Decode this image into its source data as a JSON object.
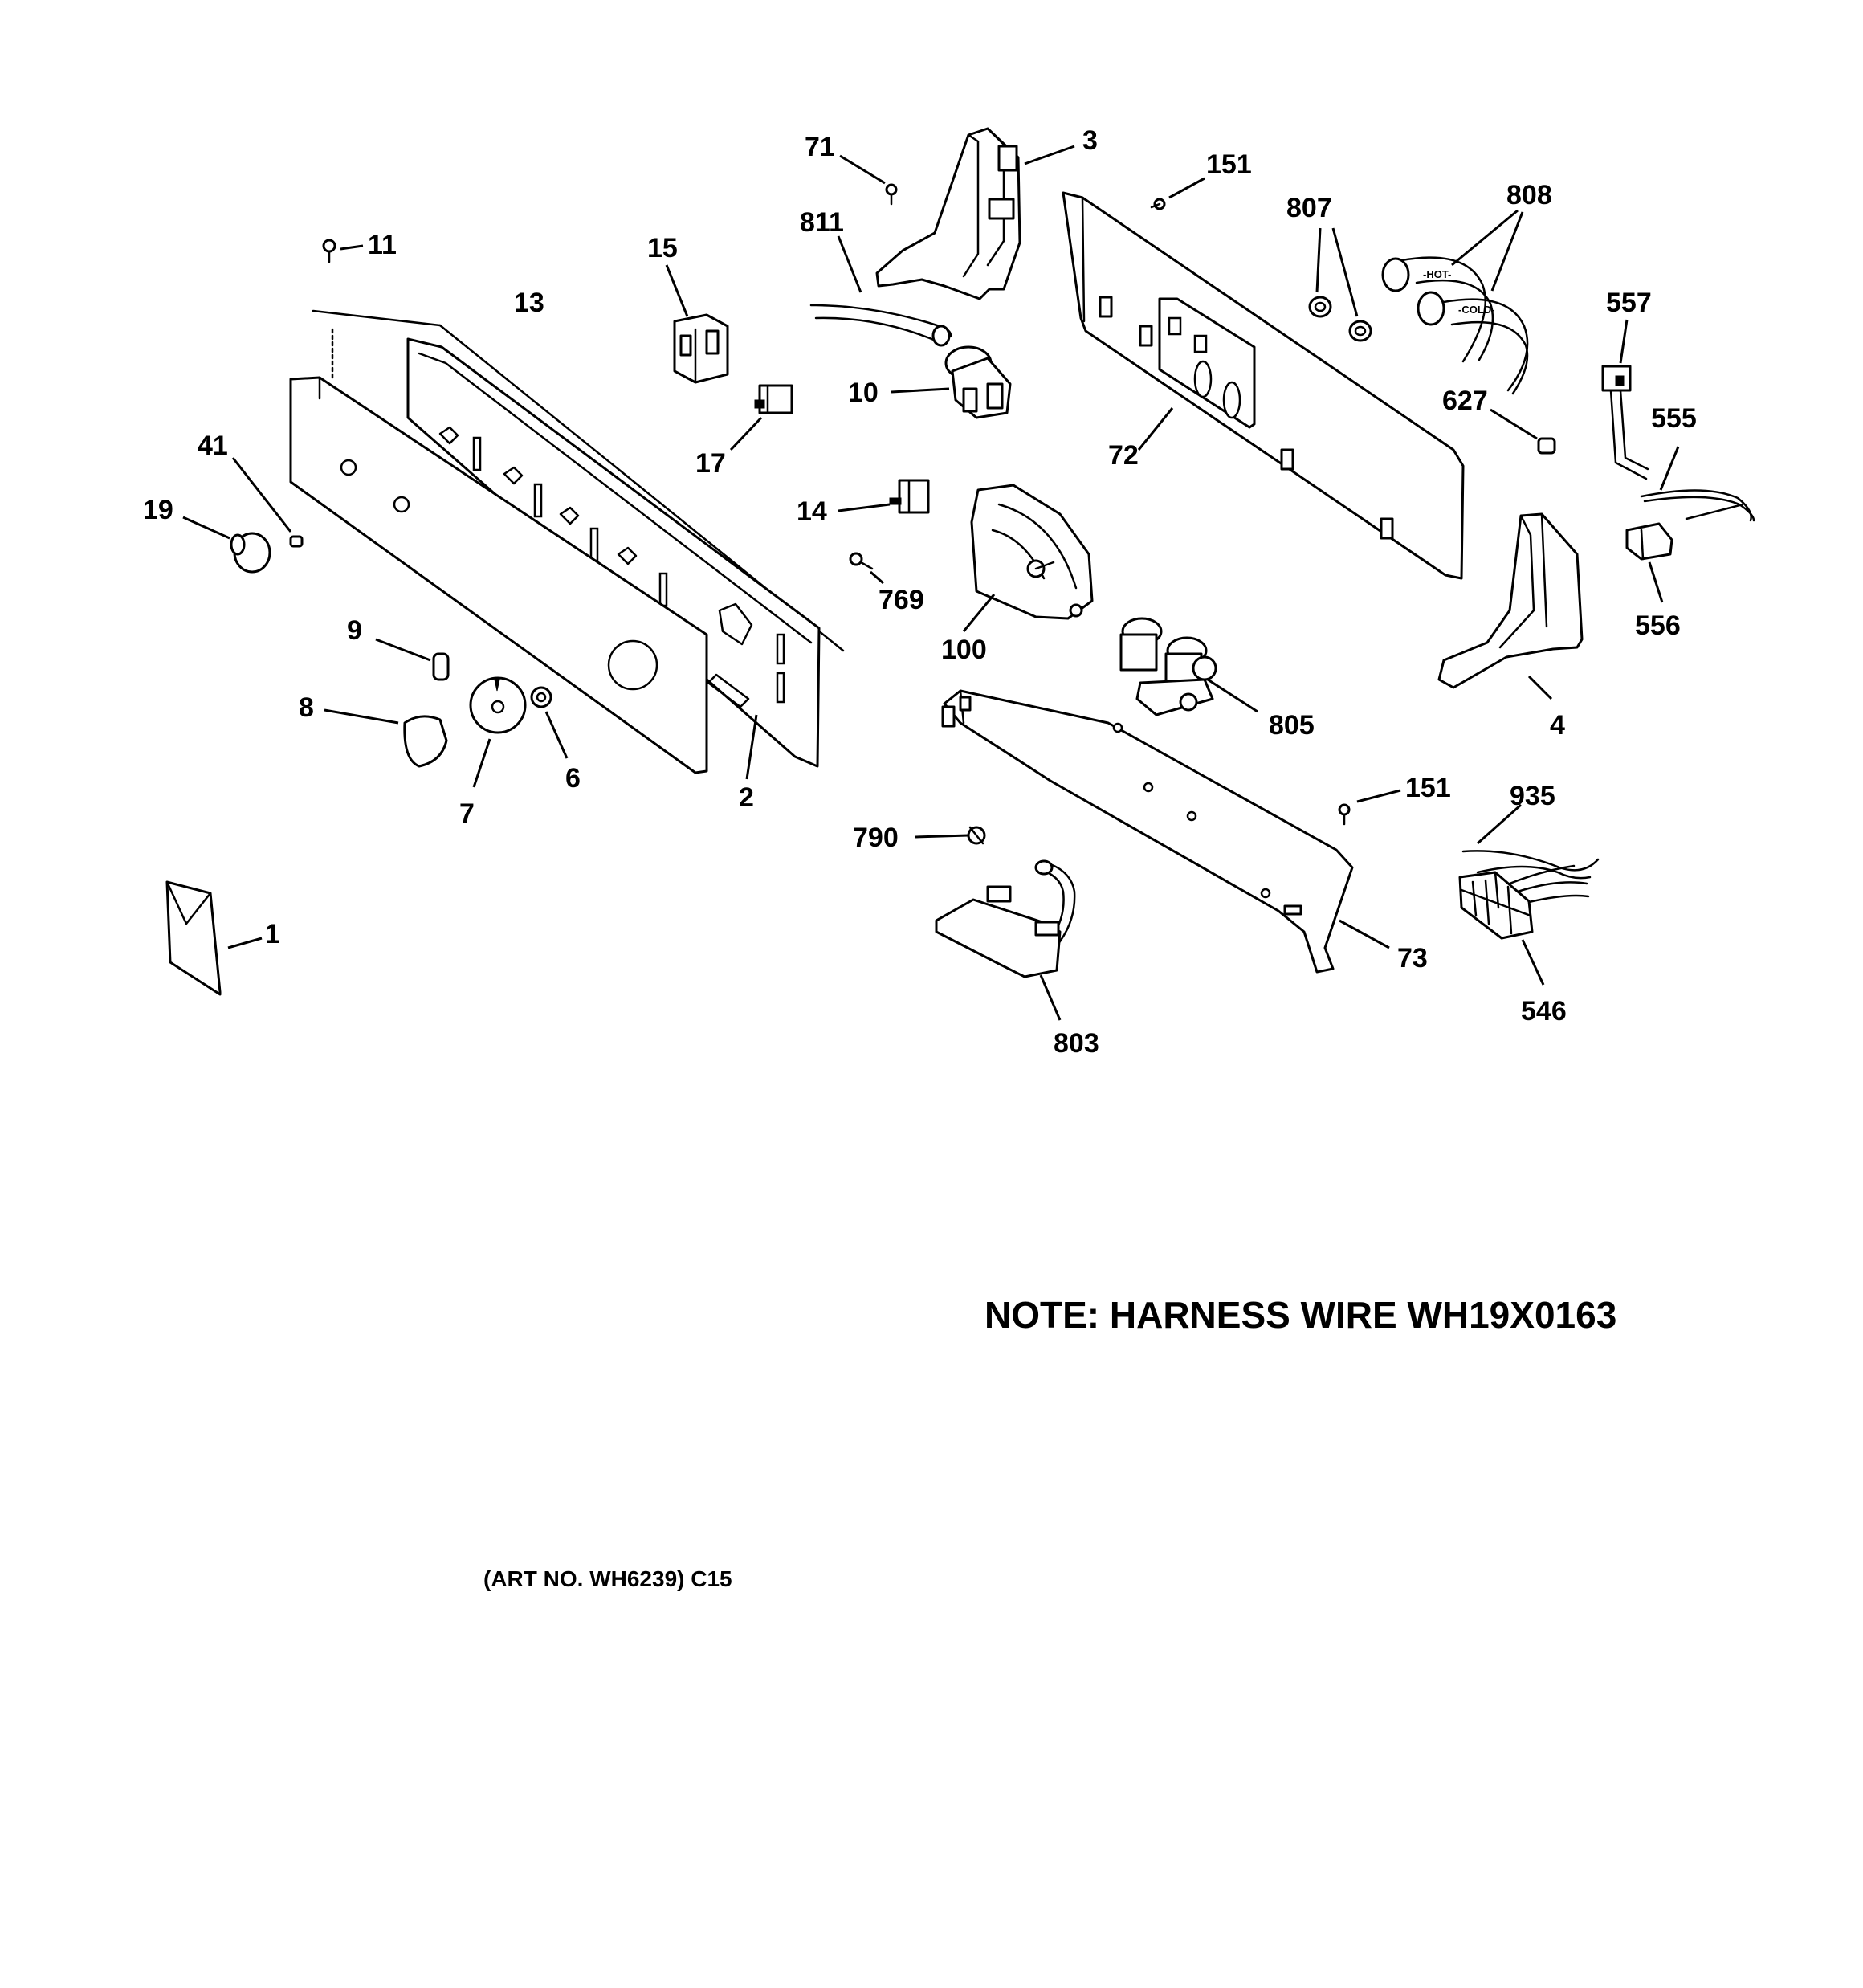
{
  "callouts": {
    "c1": "1",
    "c2": "2",
    "c3": "3",
    "c4": "4",
    "c6": "6",
    "c7": "7",
    "c8": "8",
    "c9": "9",
    "c10": "10",
    "c11": "11",
    "c13": "13",
    "c14": "14",
    "c15": "15",
    "c17": "17",
    "c19": "19",
    "c41": "41",
    "c71": "71",
    "c72": "72",
    "c73": "73",
    "c100": "100",
    "c151a": "151",
    "c151b": "151",
    "c546": "546",
    "c555": "555",
    "c556": "556",
    "c557": "557",
    "c627": "627",
    "c769": "769",
    "c790": "790",
    "c803": "803",
    "c805": "805",
    "c807": "807",
    "c808": "808",
    "c811": "811",
    "c935": "935"
  },
  "hose_labels": {
    "hot": "-HOT-",
    "cold": "-COLD-"
  },
  "note": "NOTE: HARNESS WIRE WH19X0163",
  "art_number": "(ART NO. WH6239) C15"
}
